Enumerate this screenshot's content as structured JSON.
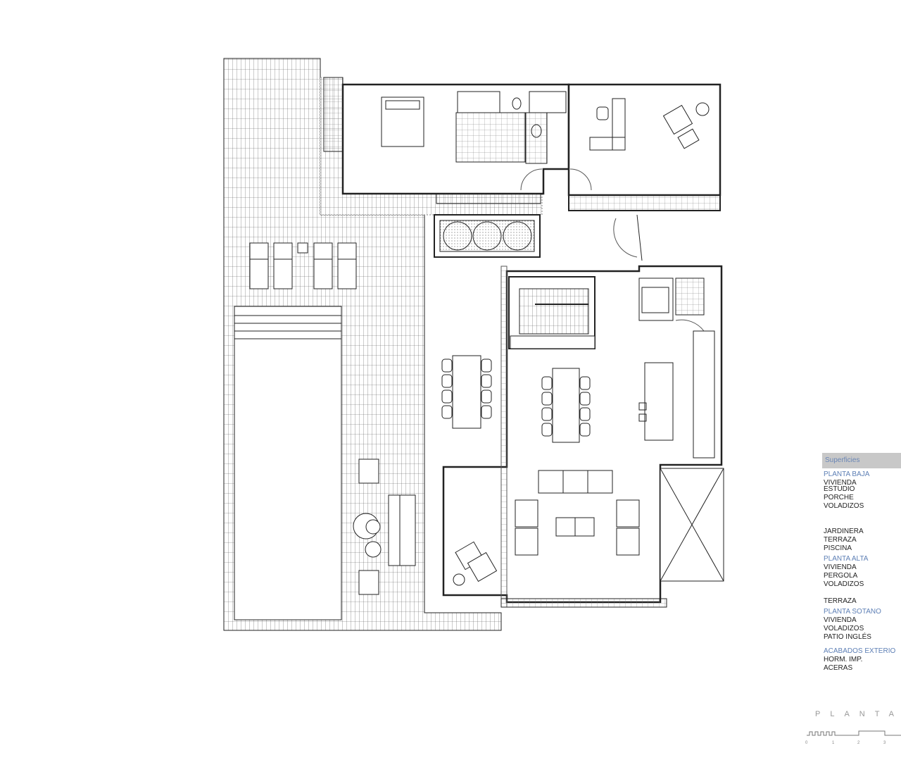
{
  "legend": {
    "header": "Superficies",
    "groups": [
      {
        "title": "PLANTA BAJA",
        "items": [
          "VIVIENDA",
          "ESTUDIO",
          "PORCHE",
          "VOLADIZOS",
          "",
          "",
          "JARDINERA",
          "TERRAZA",
          "PISCINA"
        ]
      },
      {
        "title": "PLANTA ALTA",
        "items": [
          "VIVIENDA",
          "PERGOLA",
          "VOLADIZOS",
          "",
          "TERRAZA"
        ]
      },
      {
        "title": "PLANTA SOTANO",
        "items": [
          "VIVIENDA",
          "VOLADIZOS",
          "PATIO INGLÉS"
        ]
      },
      {
        "title": "ACABADOS EXTERIO",
        "items": [
          "HORM. IMP.",
          "ACERAS"
        ]
      }
    ]
  },
  "drawing_title": "PLANTA B",
  "scale_bar": {
    "ticks": [
      "0",
      "1",
      "2",
      "3"
    ]
  }
}
